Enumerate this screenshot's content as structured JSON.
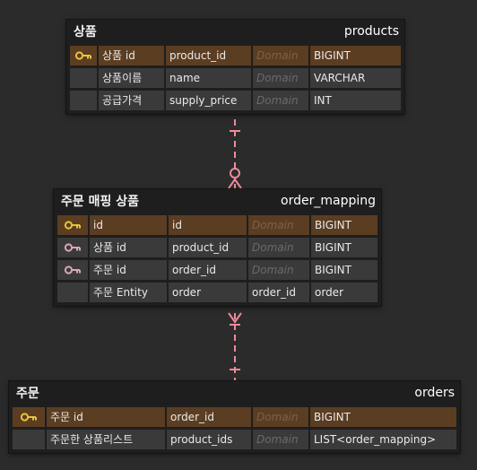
{
  "colors": {
    "primary_key": "#e8c43a",
    "foreign_key": "#d9a7b5",
    "relation_line": "#ef8a9c",
    "pk_row": "#5b3d22"
  },
  "entities": [
    {
      "logical": "상품",
      "physical": "products",
      "columns": [
        {
          "key": "pk",
          "icon": "key-icon",
          "logical": "상품 id",
          "physical": "product_id",
          "domain": "Domain",
          "type": "BIGINT"
        },
        {
          "key": "",
          "logical": "상품이름",
          "physical": "name",
          "domain": "Domain",
          "type": "VARCHAR"
        },
        {
          "key": "",
          "logical": "공급가격",
          "physical": "supply_price",
          "domain": "Domain",
          "type": "INT"
        }
      ]
    },
    {
      "logical": "주문 매핑 상품",
      "physical": "order_mapping",
      "columns": [
        {
          "key": "pk",
          "icon": "key-icon",
          "logical": "id",
          "physical": "id",
          "domain": "Domain",
          "type": "BIGINT"
        },
        {
          "key": "fk",
          "icon": "foreign-key-icon",
          "logical": "상품 id",
          "physical": "product_id",
          "domain": "Domain",
          "type": "BIGINT"
        },
        {
          "key": "fk",
          "icon": "foreign-key-icon",
          "logical": "주문 id",
          "physical": "order_id",
          "domain": "Domain",
          "type": "BIGINT"
        },
        {
          "key": "",
          "logical": "주문 Entity",
          "physical": "order",
          "domain": "order_id",
          "type": "order"
        }
      ]
    },
    {
      "logical": "주문",
      "physical": "orders",
      "columns": [
        {
          "key": "pk",
          "icon": "key-icon",
          "logical": "주문 id",
          "physical": "order_id",
          "domain": "Domain",
          "type": "BIGINT"
        },
        {
          "key": "",
          "logical": "주문한 상품리스트",
          "physical": "product_ids",
          "domain": "Domain",
          "type": "LIST<order_mapping>"
        }
      ]
    }
  ]
}
